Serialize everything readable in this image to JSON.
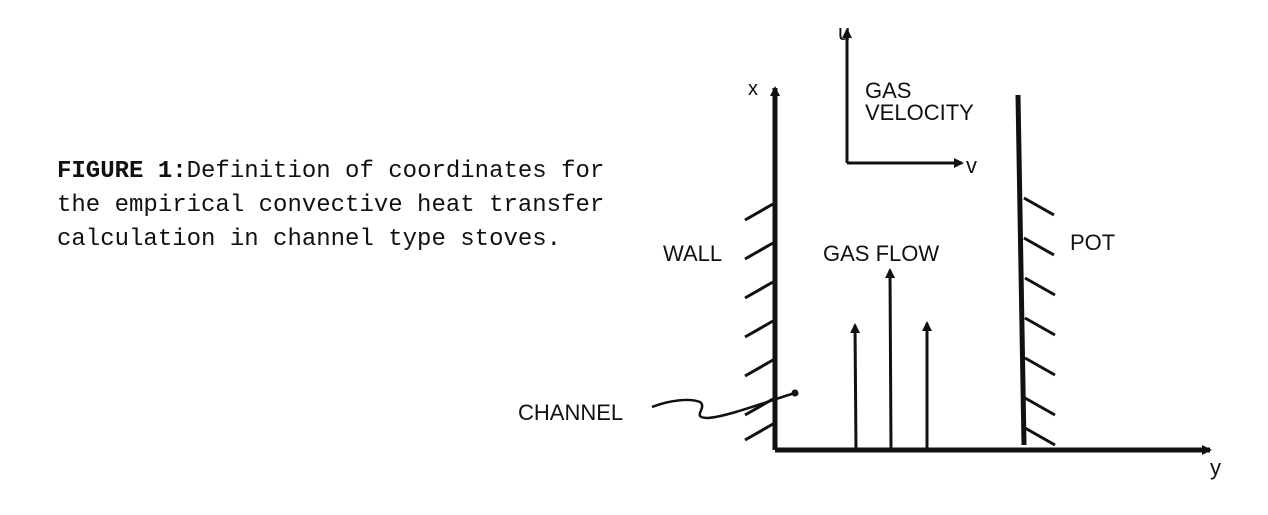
{
  "caption": {
    "label": "FIGURE 1:",
    "text": "Definition of coordinates for the empirical convective heat transfer calculation in channel type stoves."
  },
  "diagram": {
    "axis_x": "x",
    "axis_y": "y",
    "axis_u": "u",
    "axis_v": "v",
    "gas_velocity_line1": "GAS",
    "gas_velocity_line2": "VELOCITY",
    "wall": "WALL",
    "pot": "POT",
    "gas_flow": "GAS FLOW",
    "channel": "CHANNEL"
  }
}
